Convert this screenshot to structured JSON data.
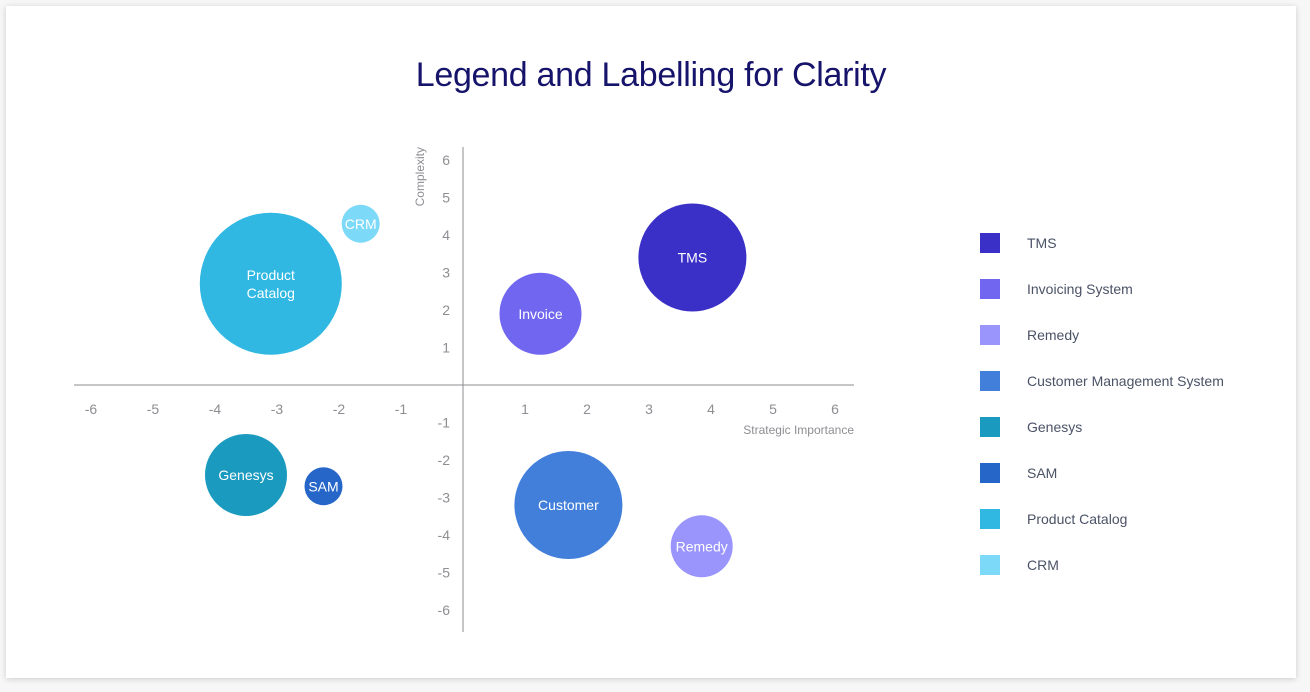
{
  "chart_data": {
    "type": "scatter",
    "subtype": "bubble",
    "title": "Legend and Labelling for Clarity",
    "xlabel": "Strategic Importance",
    "ylabel": "Complexity",
    "xlim": [
      -6,
      6
    ],
    "ylim": [
      -6,
      6
    ],
    "xticks": [
      -6,
      -5,
      -4,
      -3,
      -2,
      -1,
      1,
      2,
      3,
      4,
      5,
      6
    ],
    "yticks": [
      6,
      5,
      4,
      3,
      2,
      1,
      -1,
      -2,
      -3,
      -4,
      -5,
      -6
    ],
    "grid": false,
    "legend_position": "right",
    "series": [
      {
        "name": "TMS",
        "label": "TMS",
        "x": 3.7,
        "y": 3.4,
        "size": 5.4,
        "color": "#3a2fc6"
      },
      {
        "name": "Invoicing System",
        "label": "Invoice",
        "x": 1.25,
        "y": 1.9,
        "size": 4.1,
        "color": "#7066f0"
      },
      {
        "name": "Remedy",
        "label": "Remedy",
        "x": 3.85,
        "y": -4.3,
        "size": 3.1,
        "color": "#9a95fc"
      },
      {
        "name": "Customer Management System",
        "label": "Customer",
        "x": 1.7,
        "y": -3.2,
        "size": 5.4,
        "color": "#427fdb"
      },
      {
        "name": "Genesys",
        "label": "Genesys",
        "x": -3.5,
        "y": -2.4,
        "size": 4.1,
        "color": "#1a9abf"
      },
      {
        "name": "SAM",
        "label": "SAM",
        "x": -2.25,
        "y": -2.7,
        "size": 1.9,
        "color": "#2566c8"
      },
      {
        "name": "Product Catalog",
        "label": "Product Catalog",
        "label_lines": [
          "Product",
          "Catalog"
        ],
        "x": -3.1,
        "y": 2.7,
        "size": 7.1,
        "color": "#30b8e3"
      },
      {
        "name": "CRM",
        "label": "CRM",
        "x": -1.65,
        "y": 4.3,
        "size": 1.9,
        "color": "#7dd9f8"
      }
    ]
  }
}
